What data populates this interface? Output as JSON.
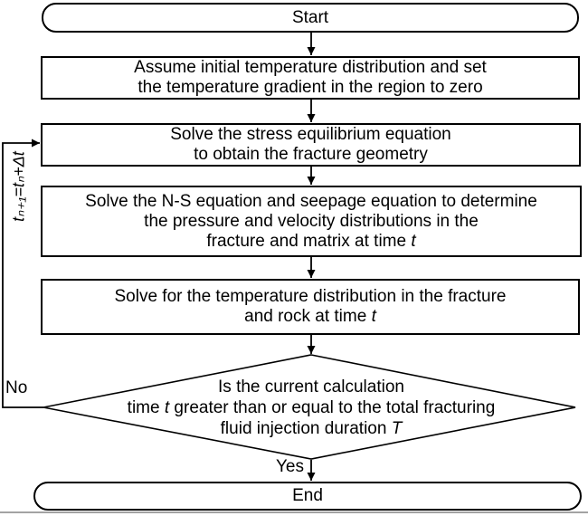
{
  "colors": {
    "line": "#000000",
    "background": "#ffffff",
    "bottom_rule": "#a3a3a3"
  },
  "flowchart": {
    "start": {
      "label": "Start"
    },
    "steps": {
      "init": {
        "lines": [
          [
            {
              "t": "Assume initial temperature distribution and set"
            }
          ],
          [
            {
              "t": "the temperature gradient in the region to zero"
            }
          ]
        ]
      },
      "stress": {
        "lines": [
          [
            {
              "t": "Solve the stress equilibrium equation"
            }
          ],
          [
            {
              "t": "to obtain the fracture geometry"
            }
          ]
        ]
      },
      "ns": {
        "lines": [
          [
            {
              "t": "Solve the N-S equation and seepage equation to determine"
            }
          ],
          [
            {
              "t": "the pressure and velocity distributions in the"
            }
          ],
          [
            {
              "t": "fracture and matrix at time "
            },
            {
              "t": "t",
              "i": true
            }
          ]
        ]
      },
      "temp": {
        "lines": [
          [
            {
              "t": "Solve for the temperature distribution in the fracture"
            }
          ],
          [
            {
              "t": "and rock at time "
            },
            {
              "t": "t",
              "i": true
            }
          ]
        ]
      }
    },
    "decision": {
      "lines": [
        [
          {
            "t": "Is the current calculation"
          }
        ],
        [
          {
            "t": "time "
          },
          {
            "t": "t",
            "i": true
          },
          {
            "t": " greater than or equal to the total fracturing"
          }
        ],
        [
          {
            "t": "fluid injection duration "
          },
          {
            "t": "T",
            "i": true
          }
        ]
      ]
    },
    "end": {
      "label": "End"
    },
    "branch_labels": {
      "yes": "Yes",
      "no": "No"
    },
    "loop_label": "tₙ₊₁=tₙ+Δt"
  }
}
